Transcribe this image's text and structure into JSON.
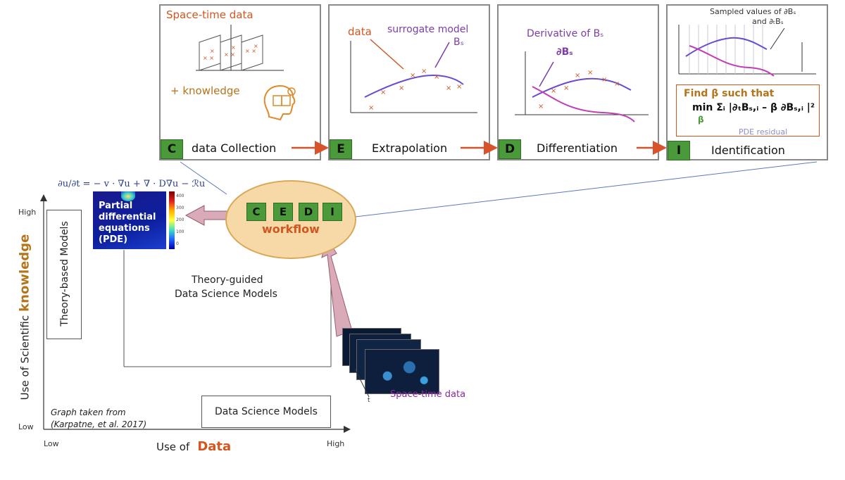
{
  "steps": [
    {
      "letter": "C",
      "label": "data Collection"
    },
    {
      "letter": "E",
      "label": "Extrapolation"
    },
    {
      "letter": "D",
      "label": "Differentiation"
    },
    {
      "letter": "I",
      "label": "Identification"
    }
  ],
  "panel1": {
    "title": "Space-time data",
    "knowledge": "+ knowledge"
  },
  "panel2": {
    "data_label": "data",
    "surrogate_label": "surrogate model",
    "surrogate_sym": "Bₛ"
  },
  "panel3": {
    "derivative_label": "Derivative of Bₛ",
    "derivative_sym": "∂Bₛ"
  },
  "panel4": {
    "sampled_line1": "Sampled values of ∂Bₛ",
    "sampled_line2": "and ∂ₜBₛ",
    "find_text": "Find β such that",
    "min_text": "min Σᵢ |∂ₜBₛ,ᵢ – β ∂Bₛ,ᵢ |²",
    "min_sub": "β",
    "residual": "PDE residual"
  },
  "workflow": {
    "letters": [
      "C",
      "E",
      "D",
      "I"
    ],
    "label": "workflow"
  },
  "pde": {
    "equation": "∂u/∂t = − v · ∇u + ∇ · D∇u − ℛu",
    "box_text": "Partial differential equations (PDE)",
    "colorbar_ticks": [
      "400",
      "300",
      "200",
      "100",
      "0"
    ]
  },
  "graph": {
    "y_axis_prefix": "Use of Scientific",
    "y_axis_emph": "knowledge",
    "x_axis_prefix": "Use of",
    "x_axis_emph": "Data",
    "y_high": "High",
    "y_low": "Low",
    "x_low": "Low",
    "x_high": "High",
    "theory_models": "Theory-based Models",
    "tgds_line1": "Theory-guided",
    "tgds_line2": "Data Science Models",
    "ds_models": "Data Science Models",
    "source_line1": "Graph taken from",
    "source_line2": "(Karpatne, et al. 2017)"
  },
  "spacetime": {
    "label": "Space-time data",
    "t_label": "t"
  },
  "colors": {
    "accent_green": "#4a9a3a",
    "orange_text": "#d2571f",
    "purple": "#7b3fa6",
    "knowledge_brown": "#b4741c",
    "arrow_red": "#d9532a",
    "workflow_fill": "#f7d9a8"
  }
}
